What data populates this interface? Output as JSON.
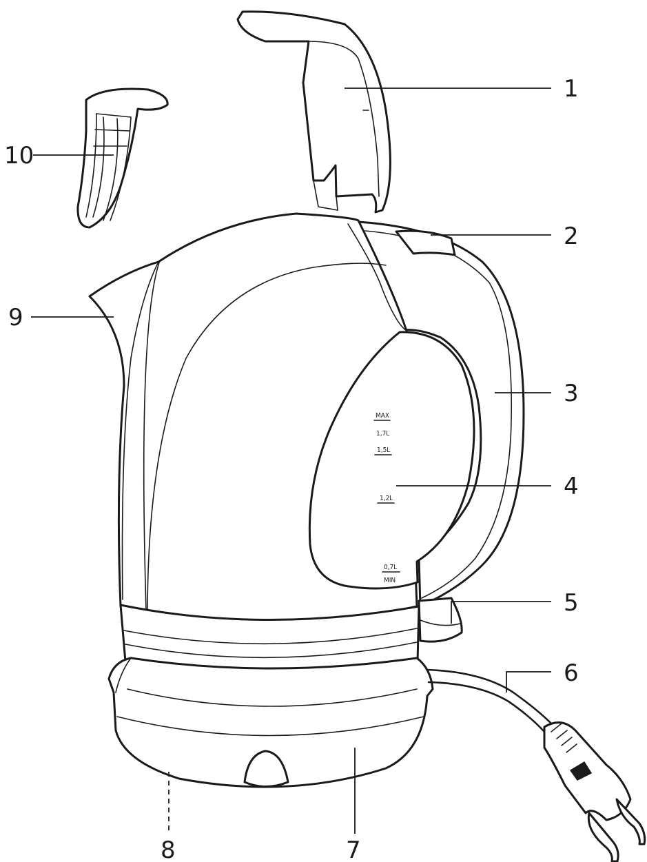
{
  "callouts": {
    "c1": "1",
    "c2": "2",
    "c3": "3",
    "c4": "4",
    "c5": "5",
    "c6": "6",
    "c7": "7",
    "c8": "8",
    "c9": "9",
    "c10": "10"
  },
  "water_scale": {
    "max": "MAX",
    "l17": "1,7L",
    "l15": "1,5L",
    "l12": "1,2L",
    "l07": "0,7L",
    "min": "MIN"
  }
}
